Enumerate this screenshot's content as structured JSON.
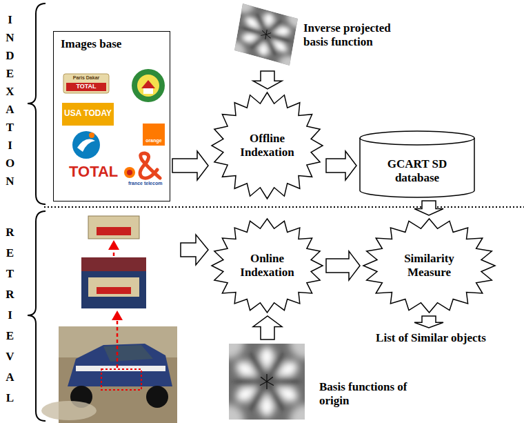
{
  "diagram": {
    "nodes": [
      {
        "text": [
          "Images base"
        ]
      },
      {
        "text": [
          "Inverse projected basis function"
        ]
      },
      {
        "text": [
          "Offline Indexation"
        ]
      },
      {
        "text": [
          "GCART SD database"
        ]
      },
      {
        "text": [
          "Online Indexation"
        ]
      },
      {
        "text": [
          "Similarity Measure"
        ]
      },
      {
        "text": [
          "Basis functions of origin"
        ]
      },
      {
        "text": [
          "List of Similar objects"
        ]
      }
    ],
    "edges": [
      {
        "from": 0,
        "to": 2,
        "arrow": "to"
      },
      {
        "from": 1,
        "to": 2,
        "arrow": "to"
      },
      {
        "from": 2,
        "to": 3,
        "arrow": "to"
      },
      {
        "from": 3,
        "to": 5,
        "arrow": "to"
      },
      {
        "from": 4,
        "to": 5,
        "arrow": "to"
      },
      {
        "from": 6,
        "to": 4,
        "arrow": "to"
      },
      {
        "from": 5,
        "to": 7,
        "arrow": "to"
      }
    ],
    "labels": [
      "INDEXATION",
      "RETRIEVAL",
      "Paris Dakar",
      "TOTAL",
      "USA TODAY",
      "orange",
      "TOTAL",
      "france telecom"
    ]
  }
}
